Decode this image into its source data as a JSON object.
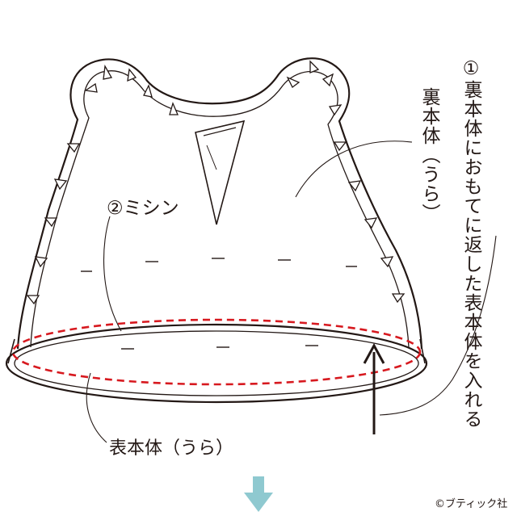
{
  "annotations": {
    "step1_note": "①裏本体におもてに返した表本体を入れる",
    "lining_label": "裏本体（うら）",
    "stitch_label": "②ミシン",
    "outer_label": "表本体（うら）"
  },
  "copyright": "©ブティック社",
  "colors": {
    "outline": "#231815",
    "stitch_line": "#d7191f",
    "next_arrow": "#8fc9d0",
    "fabric_fill": "#ffffff"
  },
  "icons": {
    "insert_direction": "up-arrow-icon",
    "next_step": "down-arrow-icon"
  }
}
